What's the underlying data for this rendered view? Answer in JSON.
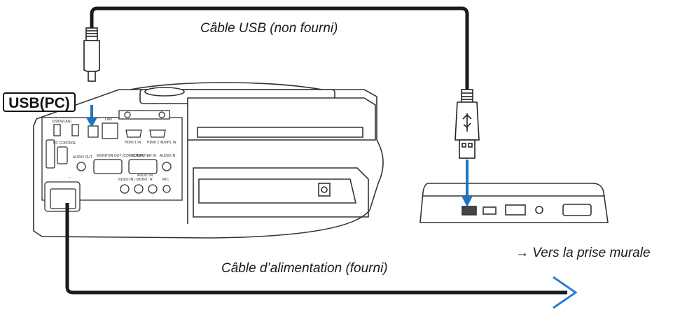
{
  "captions": {
    "usb_cable": "Câble USB (non fourni)",
    "power_cable": "Câble d’alimentation (fourni)",
    "wall_outlet": "→ Vers la prise murale",
    "usb_pc_port": "USB(PC)"
  },
  "projector_port_labels": {
    "usb_wlan": "USB(WLAN)",
    "lan": "LAN",
    "hdmi1": "HDMI 1 IN",
    "hdmi2": "HDMI 2 IN/MHL IN",
    "pc_control": "PC CONTROL",
    "audio_out": "AUDIO OUT",
    "monitor_out": "MONITOR OUT (COMPUTER)",
    "computer_in": "COMPUTER IN",
    "audio_in": "AUDIO IN",
    "video_in": "VIDEO IN",
    "audio_in_lr": "AUDIO IN",
    "l_mono": "L / MONO",
    "r": "R",
    "mic": "MIC",
    "ac_symbol": "~"
  },
  "colors": {
    "arrow": "#1f73c2",
    "cable": "#1a1a1a",
    "outline": "#333333",
    "wall_arrow": "#2a7fd4"
  }
}
